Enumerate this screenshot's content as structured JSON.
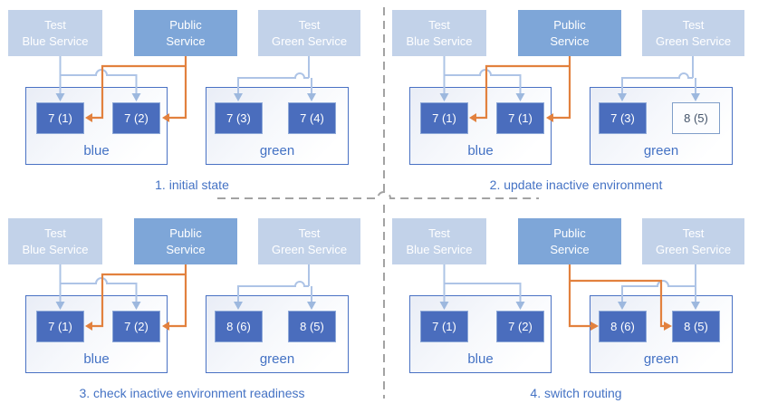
{
  "services": {
    "test_blue": {
      "line1": "Test",
      "line2": "Blue Service"
    },
    "public": {
      "line1": "Public",
      "line2": "Service"
    },
    "test_green": {
      "line1": "Test",
      "line2": "Green Service"
    }
  },
  "quadrants": [
    {
      "caption": "1. initial state",
      "public_routes_to": "blue",
      "blue": {
        "label": "blue",
        "pods": [
          "7 (1)",
          "7 (2)"
        ]
      },
      "green": {
        "label": "green",
        "pods": [
          "7 (3)",
          "7 (4)"
        ]
      }
    },
    {
      "caption": "2. update inactive environment",
      "public_routes_to": "blue",
      "blue": {
        "label": "blue",
        "pods": [
          "7 (1)",
          "7 (1)"
        ]
      },
      "green": {
        "label": "green",
        "pods": [
          "7 (3)",
          "8 (5)"
        ],
        "inactive_pod": "8 (5)"
      }
    },
    {
      "caption": "3. check inactive environment readiness",
      "public_routes_to": "blue",
      "blue": {
        "label": "blue",
        "pods": [
          "7 (1)",
          "7 (2)"
        ]
      },
      "green": {
        "label": "green",
        "pods": [
          "8 (6)",
          "8 (5)"
        ]
      }
    },
    {
      "caption": "4. switch routing",
      "public_routes_to": "green",
      "blue": {
        "label": "blue",
        "pods": [
          "7 (1)",
          "7 (2)"
        ]
      },
      "green": {
        "label": "green",
        "pods": [
          "8 (6)",
          "8 (5)"
        ]
      }
    }
  ],
  "colors": {
    "service_light_fill": "#c2d2e9",
    "service_public_fill": "#7ea6d8",
    "service_text": "#ffffff",
    "pod_fill": "#4a6dbd",
    "pod_border": "#8ea9d8",
    "pod_text": "#ffffff",
    "pod_inactive_fill": "#fcfdff",
    "pod_inactive_text": "#44546a",
    "pod_inactive_border": "#7f9ec9",
    "env_border": "#4a72c4",
    "env_label": "#4472c4",
    "caption": "#4472c4",
    "connector_light": "#aec4e6",
    "connector_light_head": "#9db8de",
    "connector_orange": "#e2813e",
    "divider": "#a3a3a3"
  }
}
